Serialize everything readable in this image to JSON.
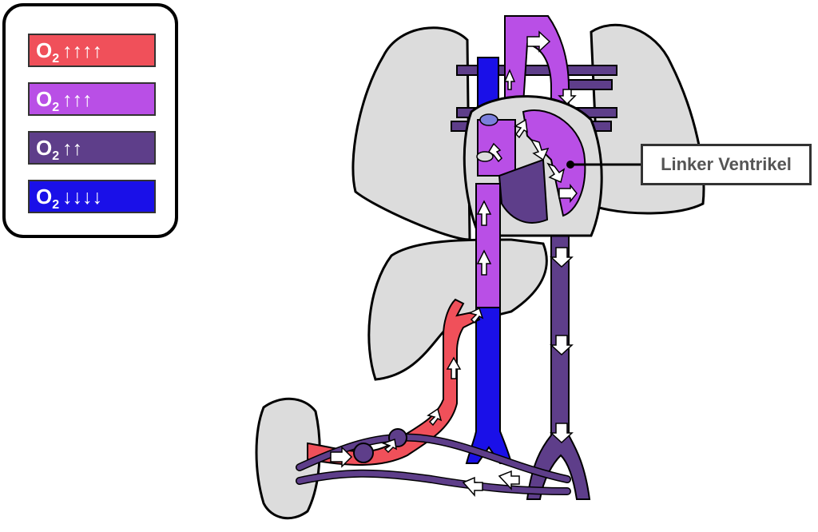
{
  "legend": {
    "items": [
      {
        "symbol": "O",
        "subscript": "2",
        "arrows": "↑↑↑↑",
        "color": "#f0505a"
      },
      {
        "symbol": "O",
        "subscript": "2",
        "arrows": "↑↑↑",
        "color": "#b94fe6"
      },
      {
        "symbol": "O",
        "subscript": "2",
        "arrows": "↑↑",
        "color": "#5e3e8a"
      },
      {
        "symbol": "O",
        "subscript": "2",
        "arrows": "↓↓↓↓",
        "color": "#1a10e8"
      }
    ]
  },
  "callout": {
    "label": "Linker Ventrikel"
  },
  "colors": {
    "organ": "#dcdcdc",
    "oxygen_very_high": "#f0505a",
    "oxygen_high": "#b94fe6",
    "oxygen_medium": "#5e3e8a",
    "oxygen_low": "#1a10e8"
  }
}
